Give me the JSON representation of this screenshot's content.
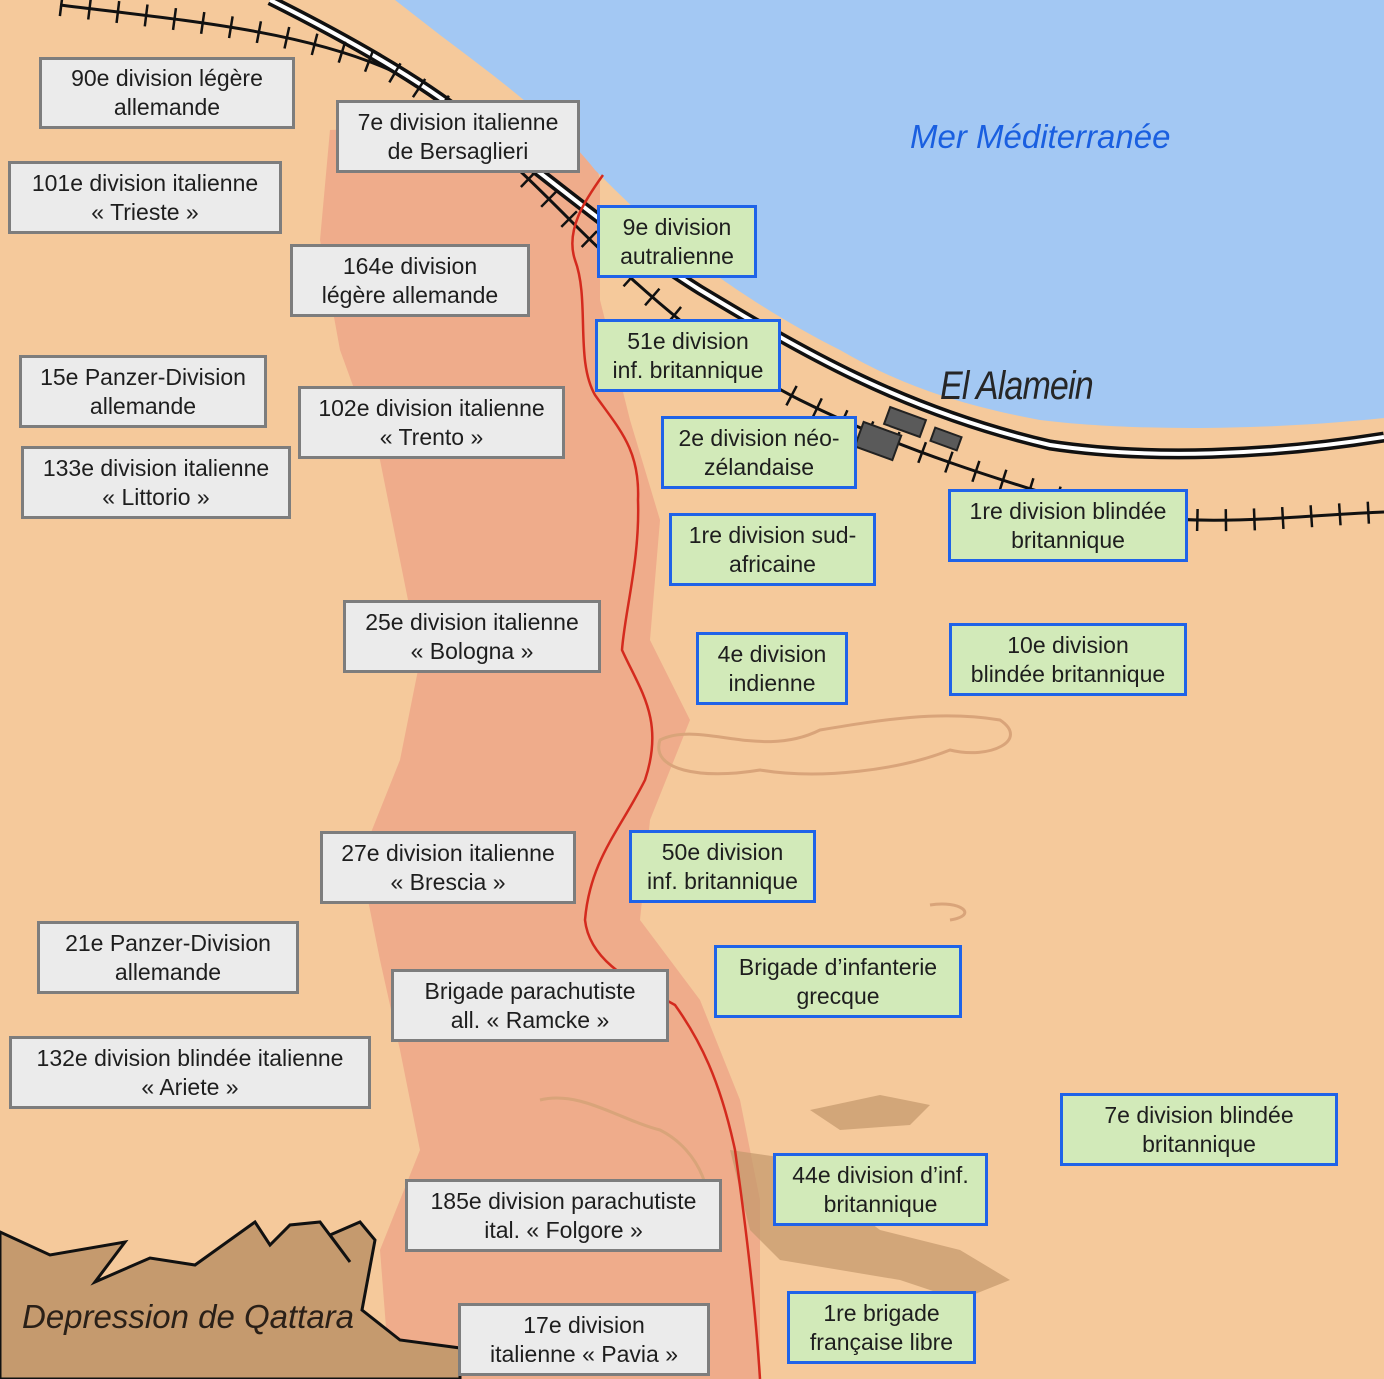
{
  "colors": {
    "sand": "#f5c99b",
    "sea": "#a3c8f3",
    "front_band": "#eda788",
    "depression": "#c59a6e",
    "front_line": "#d42a1e",
    "axis_box": "#ebebeb",
    "allied_box": "#d2eab9",
    "allied_border": "#1f63e8"
  },
  "places": {
    "sea": "Mer Méditerranée",
    "town": "El Alamein",
    "depression": "Depression de Qattara"
  },
  "axis_units": [
    {
      "l1": "90e division légère",
      "l2": "allemande"
    },
    {
      "l1": "7e division italienne",
      "l2": "de Bersaglieri"
    },
    {
      "l1": "101e division italienne",
      "l2": "« Trieste »"
    },
    {
      "l1": "164e division",
      "l2": "légère allemande"
    },
    {
      "l1": "15e Panzer-Division",
      "l2": "allemande"
    },
    {
      "l1": "102e division italienne",
      "l2": "« Trento »"
    },
    {
      "l1": "133e division italienne",
      "l2": "« Littorio »"
    },
    {
      "l1": "25e division italienne",
      "l2": "« Bologna »"
    },
    {
      "l1": "27e division italienne",
      "l2": "« Brescia »"
    },
    {
      "l1": "21e Panzer-Division",
      "l2": "allemande"
    },
    {
      "l1": "Brigade parachutiste",
      "l2": "all. «  Ramcke »"
    },
    {
      "l1": "132e division blindée italienne",
      "l2": "« Ariete »"
    },
    {
      "l1": "185e division parachutiste",
      "l2": "ital. «  Folgore »"
    },
    {
      "l1": "17e division",
      "l2": "italienne « Pavia »"
    }
  ],
  "allied_units": [
    {
      "l1": "9e division",
      "l2": "autralienne"
    },
    {
      "l1": "51e division",
      "l2": "inf. britannique"
    },
    {
      "l1": "2e division néo-",
      "l2": "zélandaise"
    },
    {
      "l1": "1re division sud-",
      "l2": "africaine"
    },
    {
      "l1": "1re division blindée",
      "l2": "britannique"
    },
    {
      "l1": "4e division",
      "l2": "indienne"
    },
    {
      "l1": "10e division",
      "l2": "blindée britannique"
    },
    {
      "l1": "50e division",
      "l2": "inf. britannique"
    },
    {
      "l1": "Brigade d’infanterie",
      "l2": "grecque"
    },
    {
      "l1": "7e division blindée",
      "l2": "britannique"
    },
    {
      "l1": "44e division d’inf.",
      "l2": "britannique"
    },
    {
      "l1": "1re brigade",
      "l2": "française libre"
    }
  ]
}
